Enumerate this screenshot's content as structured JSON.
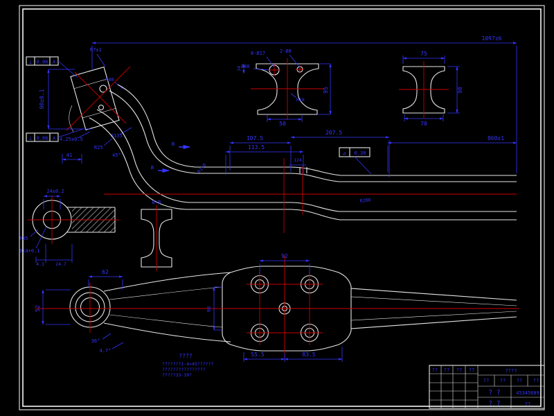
{
  "colors": {
    "background": "#000000",
    "geometry": "#e8e8e8",
    "dimension": "#3535ff",
    "centerline": "#cc0000",
    "hatch": "#8fa3ff"
  },
  "overall": {
    "length": "1097±6",
    "right_length": "860±1"
  },
  "upper_left_view": {
    "corner_radius": "R7±1",
    "height": "90±0.1",
    "radius_large": "R135",
    "radius_small": "R40",
    "thickness": "4.25±0.5",
    "width": "41",
    "radius_mid": "R25",
    "angle": "45°",
    "tol1_symbol": "⊥",
    "tol1_value": "0.06",
    "tol1_datum": "A",
    "tol2_symbol": "⊥",
    "tol2_value": "0.06",
    "tol2_datum": "A"
  },
  "mid_section": {
    "holes1": "8-Ø17",
    "holes2": "2-Ø8",
    "bore": "Ø40",
    "flange": "14",
    "height": "95",
    "width_bottom": "50",
    "fillet": "R18"
  },
  "right_section": {
    "width_top": "75",
    "height": "90",
    "width_bottom": "70"
  },
  "profile": {
    "dim1": "107.5",
    "dim2": "113.5",
    "dim3": "207.5",
    "dim4": "124",
    "slope_symbol": "⊿",
    "slope_value": "0.38",
    "bend_left": "R150",
    "bend_right": "R280",
    "section_mark1": "B",
    "section_mark2": "B"
  },
  "eye_view": {
    "width": "24±0.2",
    "bore": "Ø14+0.1",
    "radius": "R35",
    "offset1": "4.3",
    "offset2": "24.7"
  },
  "small_section": {
    "label": "B-B"
  },
  "bottom_view": {
    "eye_boss": "62",
    "hole_span": "92",
    "eye_height": "52",
    "plate_width": "98",
    "dim_left": "55.5",
    "dim_right": "83.5",
    "angle1": "36°",
    "angle2": "4.7°"
  },
  "notes": {
    "title": "????",
    "line1": "???????1-4×45??????",
    "line2": "????????????????",
    "line3": "?????33-39?"
  },
  "title_block": {
    "name": "????",
    "cells": [
      "??",
      "??",
      "??",
      "??",
      "??",
      "??",
      "??",
      "??",
      "??"
    ],
    "big1": "? ?",
    "big2": "? ?",
    "drawing_no": "45345689"
  }
}
